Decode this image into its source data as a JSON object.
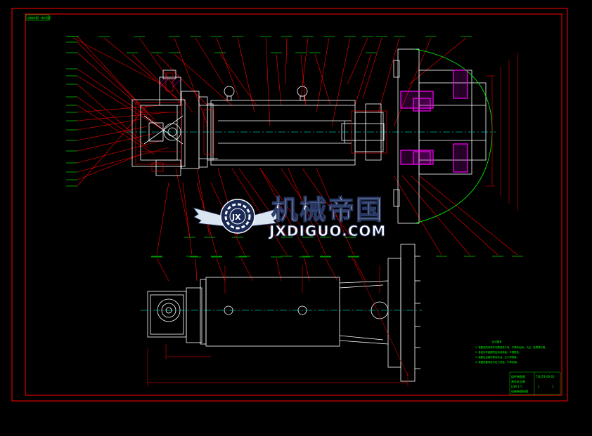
{
  "drawing_tag": "机械帝国（剪切图）",
  "watermark": {
    "brand_cn": "机械帝国",
    "brand_en": "JXDIGUO.COM",
    "logo_letters": "JX"
  },
  "title_block": {
    "drawing_number": "TXLJT4-00-01",
    "name_lines": [
      "组件装配图",
      "液压缸总装",
      "比例 1:5",
      "机械帝国绘图"
    ],
    "sheet": [
      "1",
      "1"
    ]
  },
  "tech_notes": {
    "heading": "技术要求",
    "items": [
      "1. 装配前所有零件均需清洗干净，不得有毛刺、飞边、铁屑等杂物。",
      "2. 各密封件装配时应涂润滑油，不得损伤。",
      "3. 装配后活塞杆移动灵活，无卡滞现象。",
      "4. 按图纸要求进行压力试验，不得渗漏。"
    ]
  },
  "colors": {
    "background": "#000000",
    "frame": "#ff0000",
    "outline": "#ffffff",
    "leader": "#ff0000",
    "label": "#00ff00",
    "centerline": "#00ffff",
    "hatch": "#ff00ff",
    "arc": "#00ff00"
  },
  "icons": [
    "gear-logo-icon",
    "wings-logo-icon"
  ]
}
